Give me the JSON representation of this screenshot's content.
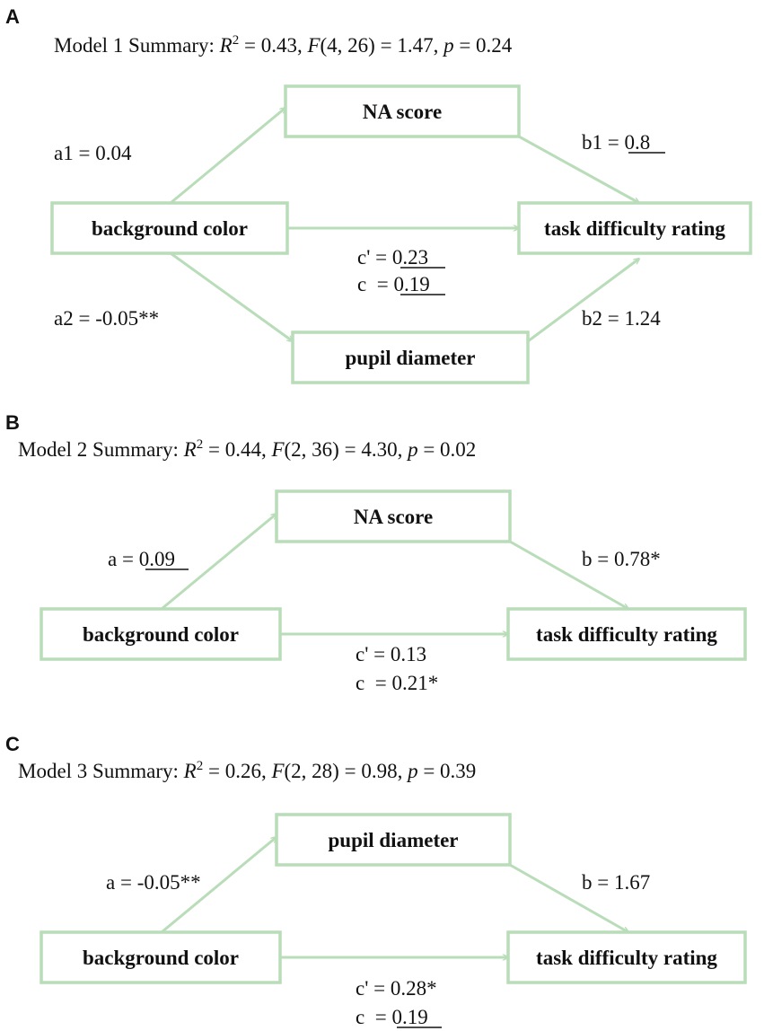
{
  "panels": [
    {
      "label": "A",
      "summary": {
        "prefix": "Model 1 Summary: ",
        "r2": "0.43",
        "f_df": "(4, 26)",
        "f_val": "1.47",
        "p": "0.24"
      },
      "nodes": {
        "top": "NA score",
        "bottom": "pupil diameter",
        "x": "background color",
        "y": "task difficulty rating"
      },
      "coefs": [
        {
          "name": "a1",
          "label": "a1 = ",
          "value": "0.04",
          "underline": false
        },
        {
          "name": "b1",
          "label": "b1 = ",
          "value": "0.8",
          "underline": true
        },
        {
          "name": "c-prime",
          "label": "c' = ",
          "value": "0.23",
          "underline": true
        },
        {
          "name": "c",
          "label": "c  = ",
          "value": "0.19",
          "underline": true
        },
        {
          "name": "a2",
          "label": "a2 = ",
          "value": "-0.05**",
          "underline": false
        },
        {
          "name": "b2",
          "label": "b2 = ",
          "value": "1.24",
          "underline": false
        }
      ]
    },
    {
      "label": "B",
      "summary": {
        "prefix": "Model 2 Summary: ",
        "r2": "0.44",
        "f_df": "(2, 36)",
        "f_val": "4.30",
        "p": "0.02"
      },
      "nodes": {
        "top": "NA score",
        "x": "background color",
        "y": "task difficulty rating"
      },
      "coefs": [
        {
          "name": "a",
          "label": "a = ",
          "value": "0.09",
          "underline": true
        },
        {
          "name": "b",
          "label": "b = ",
          "value": "0.78*",
          "underline": false
        },
        {
          "name": "c-prime",
          "label": "c' = ",
          "value": "0.13",
          "underline": false
        },
        {
          "name": "c",
          "label": "c  = ",
          "value": "0.21*",
          "underline": false
        }
      ]
    },
    {
      "label": "C",
      "summary": {
        "prefix": "Model 3 Summary: ",
        "r2": "0.26",
        "f_df": "(2, 28)",
        "f_val": "0.98",
        "p": "0.39"
      },
      "nodes": {
        "top": "pupil diameter",
        "x": "background color",
        "y": "task difficulty rating"
      },
      "coefs": [
        {
          "name": "a",
          "label": "a = ",
          "value": "-0.05**",
          "underline": false
        },
        {
          "name": "b",
          "label": "b = ",
          "value": "1.67",
          "underline": false
        },
        {
          "name": "c-prime",
          "label": "c' = ",
          "value": "0.28*",
          "underline": false
        },
        {
          "name": "c",
          "label": "c  = ",
          "value": "0.19",
          "underline": true
        }
      ]
    }
  ],
  "colors": {
    "box_border": "#b9dcb9",
    "arrow": "#b9dcb9",
    "text": "#111111"
  }
}
